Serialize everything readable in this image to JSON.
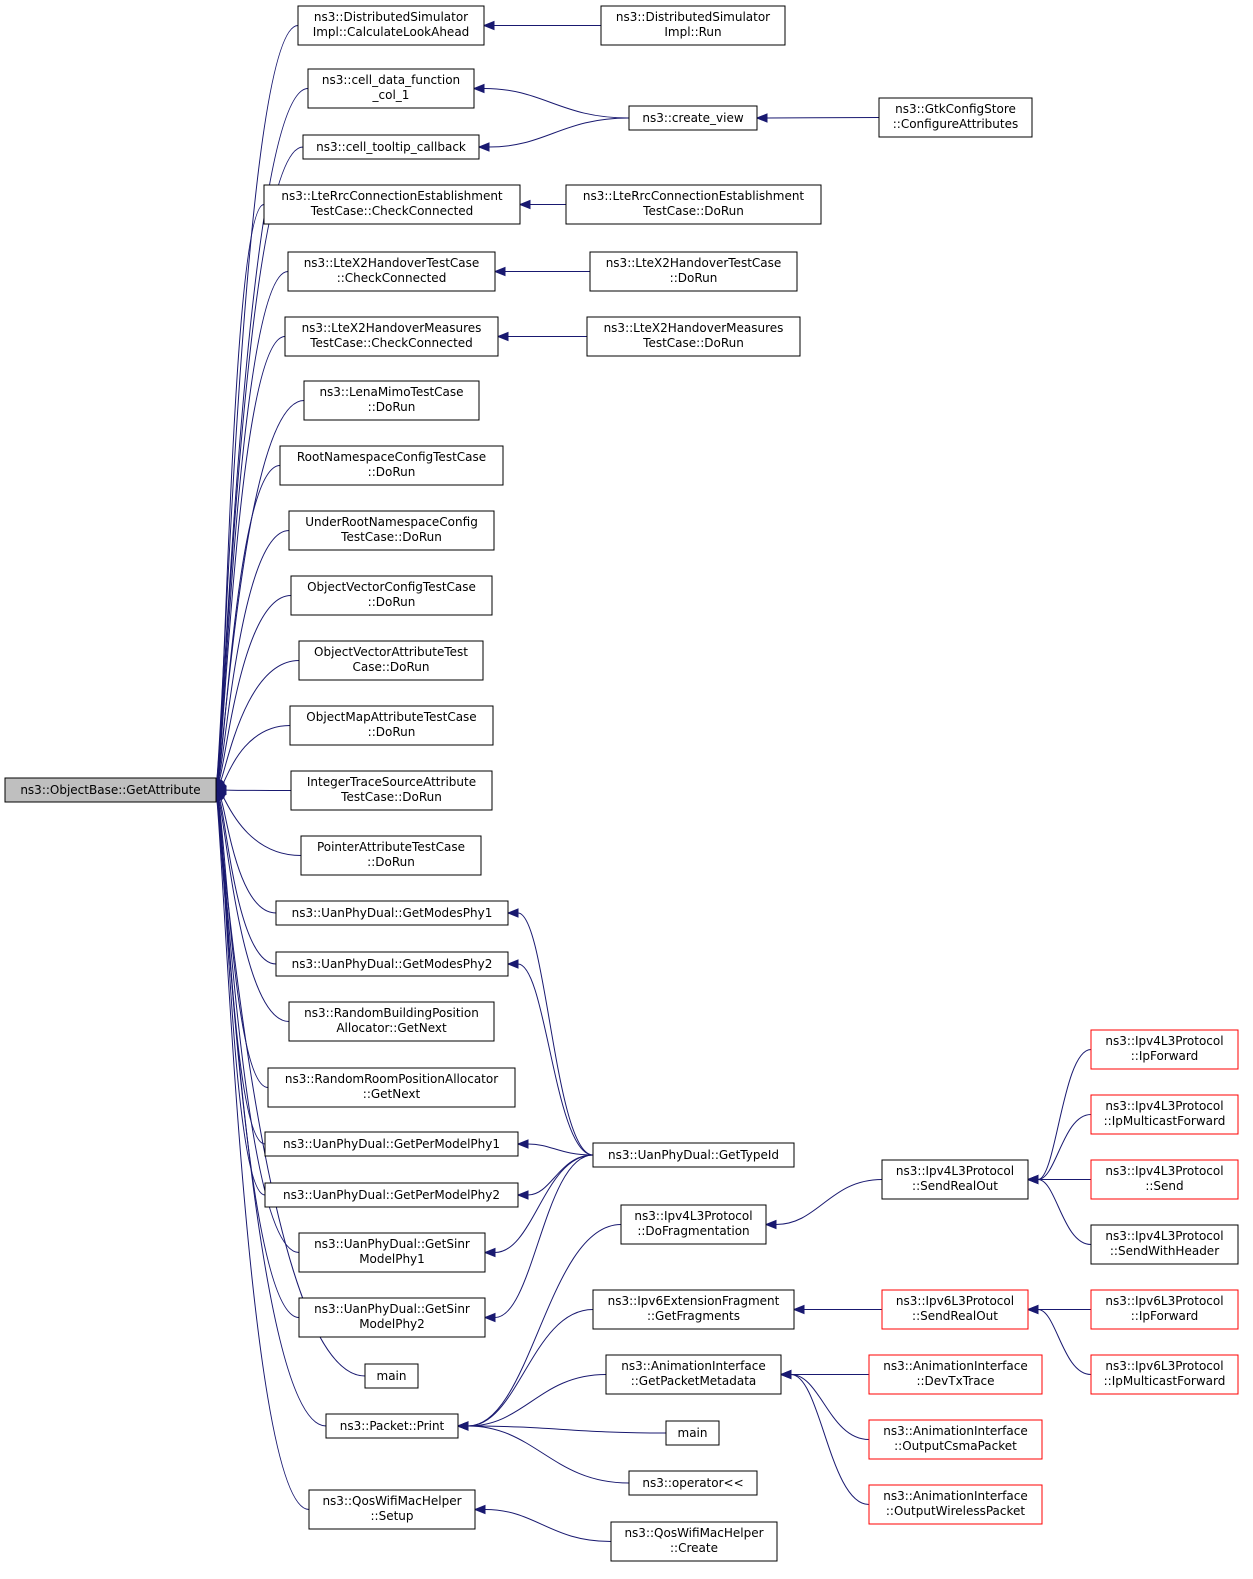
{
  "diagram": {
    "type": "doxygen-caller-graph",
    "colors": {
      "edge": "#191970",
      "root_fill": "#bfbfbf",
      "node_fill": "#ffffff",
      "node_border": "#000000",
      "truncated_border": "#ff0000"
    },
    "nodes": [
      {
        "id": "root",
        "lines": [
          "ns3::ObjectBase::GetAttribute"
        ]
      },
      {
        "id": "dsi_cla",
        "lines": [
          "ns3::DistributedSimulator",
          "Impl::CalculateLookAhead"
        ]
      },
      {
        "id": "dsi_run",
        "lines": [
          "ns3::DistributedSimulator",
          "Impl::Run"
        ]
      },
      {
        "id": "cell_data",
        "lines": [
          "ns3::cell_data_function",
          "_col_1"
        ]
      },
      {
        "id": "cell_tooltip",
        "lines": [
          "ns3::cell_tooltip_callback"
        ]
      },
      {
        "id": "create_view",
        "lines": [
          "ns3::create_view"
        ]
      },
      {
        "id": "gtk",
        "lines": [
          "ns3::GtkConfigStore",
          "::ConfigureAttributes"
        ]
      },
      {
        "id": "lterrc_cc",
        "lines": [
          "ns3::LteRrcConnectionEstablishment",
          "TestCase::CheckConnected"
        ]
      },
      {
        "id": "lterrc_dr",
        "lines": [
          "ns3::LteRrcConnectionEstablishment",
          "TestCase::DoRun"
        ]
      },
      {
        "id": "ltex2_cc",
        "lines": [
          "ns3::LteX2HandoverTestCase",
          "::CheckConnected"
        ]
      },
      {
        "id": "ltex2_dr",
        "lines": [
          "ns3::LteX2HandoverTestCase",
          "::DoRun"
        ]
      },
      {
        "id": "ltex2m_cc",
        "lines": [
          "ns3::LteX2HandoverMeasures",
          "TestCase::CheckConnected"
        ]
      },
      {
        "id": "ltex2m_dr",
        "lines": [
          "ns3::LteX2HandoverMeasures",
          "TestCase::DoRun"
        ]
      },
      {
        "id": "lenamimo",
        "lines": [
          "ns3::LenaMimoTestCase",
          "::DoRun"
        ]
      },
      {
        "id": "rootns",
        "lines": [
          "RootNamespaceConfigTestCase",
          "::DoRun"
        ]
      },
      {
        "id": "underroot",
        "lines": [
          "UnderRootNamespaceConfig",
          "TestCase::DoRun"
        ]
      },
      {
        "id": "objvec_cfg",
        "lines": [
          "ObjectVectorConfigTestCase",
          "::DoRun"
        ]
      },
      {
        "id": "objvec_attr",
        "lines": [
          "ObjectVectorAttributeTest",
          "Case::DoRun"
        ]
      },
      {
        "id": "objmap",
        "lines": [
          "ObjectMapAttributeTestCase",
          "::DoRun"
        ]
      },
      {
        "id": "inttrace",
        "lines": [
          "IntegerTraceSourceAttribute",
          "TestCase::DoRun"
        ]
      },
      {
        "id": "pointer",
        "lines": [
          "PointerAttributeTestCase",
          "::DoRun"
        ]
      },
      {
        "id": "uan_gm1",
        "lines": [
          "ns3::UanPhyDual::GetModesPhy1"
        ]
      },
      {
        "id": "uan_gm2",
        "lines": [
          "ns3::UanPhyDual::GetModesPhy2"
        ]
      },
      {
        "id": "rbpa",
        "lines": [
          "ns3::RandomBuildingPosition",
          "Allocator::GetNext"
        ]
      },
      {
        "id": "rrpa",
        "lines": [
          "ns3::RandomRoomPositionAllocator",
          "::GetNext"
        ]
      },
      {
        "id": "uan_gpm1",
        "lines": [
          "ns3::UanPhyDual::GetPerModelPhy1"
        ]
      },
      {
        "id": "uan_gpm2",
        "lines": [
          "ns3::UanPhyDual::GetPerModelPhy2"
        ]
      },
      {
        "id": "uan_gs1",
        "lines": [
          "ns3::UanPhyDual::GetSinr",
          "ModelPhy1"
        ]
      },
      {
        "id": "uan_gs2",
        "lines": [
          "ns3::UanPhyDual::GetSinr",
          "ModelPhy2"
        ]
      },
      {
        "id": "main1",
        "lines": [
          "main"
        ]
      },
      {
        "id": "pkt_print",
        "lines": [
          "ns3::Packet::Print"
        ]
      },
      {
        "id": "qos_setup",
        "lines": [
          "ns3::QosWifiMacHelper",
          "::Setup"
        ]
      },
      {
        "id": "uan_gettid",
        "lines": [
          "ns3::UanPhyDual::GetTypeId"
        ]
      },
      {
        "id": "ipv4_dofrag",
        "lines": [
          "ns3::Ipv4L3Protocol",
          "::DoFragmentation"
        ]
      },
      {
        "id": "ipv6_getfrag",
        "lines": [
          "ns3::Ipv6ExtensionFragment",
          "::GetFragments"
        ]
      },
      {
        "id": "anim_gpm",
        "lines": [
          "ns3::AnimationInterface",
          "::GetPacketMetadata"
        ]
      },
      {
        "id": "main2",
        "lines": [
          "main"
        ]
      },
      {
        "id": "opshift",
        "lines": [
          "ns3::operator<<"
        ]
      },
      {
        "id": "qos_create",
        "lines": [
          "ns3::QosWifiMacHelper",
          "::Create"
        ]
      },
      {
        "id": "ipv4_sro",
        "lines": [
          "ns3::Ipv4L3Protocol",
          "::SendRealOut"
        ]
      },
      {
        "id": "ipv6_sro",
        "lines": [
          "ns3::Ipv6L3Protocol",
          "::SendRealOut"
        ],
        "truncated": true
      },
      {
        "id": "anim_devtx",
        "lines": [
          "ns3::AnimationInterface",
          "::DevTxTrace"
        ],
        "truncated": true
      },
      {
        "id": "anim_csma",
        "lines": [
          "ns3::AnimationInterface",
          "::OutputCsmaPacket"
        ],
        "truncated": true
      },
      {
        "id": "anim_wireless",
        "lines": [
          "ns3::AnimationInterface",
          "::OutputWirelessPacket"
        ],
        "truncated": true
      },
      {
        "id": "ipv4_ipfwd",
        "lines": [
          "ns3::Ipv4L3Protocol",
          "::IpForward"
        ],
        "truncated": true
      },
      {
        "id": "ipv4_ipmfwd",
        "lines": [
          "ns3::Ipv4L3Protocol",
          "::IpMulticastForward"
        ],
        "truncated": true
      },
      {
        "id": "ipv4_send",
        "lines": [
          "ns3::Ipv4L3Protocol",
          "::Send"
        ],
        "truncated": true
      },
      {
        "id": "ipv4_swh",
        "lines": [
          "ns3::Ipv4L3Protocol",
          "::SendWithHeader"
        ]
      },
      {
        "id": "ipv6_ipfwd",
        "lines": [
          "ns3::Ipv6L3Protocol",
          "::IpForward"
        ],
        "truncated": true
      },
      {
        "id": "ipv6_ipmfwd",
        "lines": [
          "ns3::Ipv6L3Protocol",
          "::IpMulticastForward"
        ],
        "truncated": true
      }
    ],
    "edges": [
      {
        "from": "dsi_cla",
        "to": "root"
      },
      {
        "from": "cell_data",
        "to": "root"
      },
      {
        "from": "cell_tooltip",
        "to": "root"
      },
      {
        "from": "lterrc_cc",
        "to": "root"
      },
      {
        "from": "ltex2_cc",
        "to": "root"
      },
      {
        "from": "ltex2m_cc",
        "to": "root"
      },
      {
        "from": "lenamimo",
        "to": "root"
      },
      {
        "from": "rootns",
        "to": "root"
      },
      {
        "from": "underroot",
        "to": "root"
      },
      {
        "from": "objvec_cfg",
        "to": "root"
      },
      {
        "from": "objvec_attr",
        "to": "root"
      },
      {
        "from": "objmap",
        "to": "root"
      },
      {
        "from": "inttrace",
        "to": "root"
      },
      {
        "from": "pointer",
        "to": "root"
      },
      {
        "from": "uan_gm1",
        "to": "root"
      },
      {
        "from": "uan_gm2",
        "to": "root"
      },
      {
        "from": "rbpa",
        "to": "root"
      },
      {
        "from": "rrpa",
        "to": "root"
      },
      {
        "from": "uan_gpm1",
        "to": "root"
      },
      {
        "from": "uan_gpm2",
        "to": "root"
      },
      {
        "from": "uan_gs1",
        "to": "root"
      },
      {
        "from": "uan_gs2",
        "to": "root"
      },
      {
        "from": "main1",
        "to": "root"
      },
      {
        "from": "pkt_print",
        "to": "root"
      },
      {
        "from": "qos_setup",
        "to": "root"
      },
      {
        "from": "dsi_run",
        "to": "dsi_cla"
      },
      {
        "from": "create_view",
        "to": "cell_data"
      },
      {
        "from": "create_view",
        "to": "cell_tooltip"
      },
      {
        "from": "gtk",
        "to": "create_view"
      },
      {
        "from": "lterrc_dr",
        "to": "lterrc_cc"
      },
      {
        "from": "ltex2_dr",
        "to": "ltex2_cc"
      },
      {
        "from": "ltex2m_dr",
        "to": "ltex2m_cc"
      },
      {
        "from": "uan_gettid",
        "to": "uan_gm1"
      },
      {
        "from": "uan_gettid",
        "to": "uan_gm2"
      },
      {
        "from": "uan_gettid",
        "to": "uan_gpm1"
      },
      {
        "from": "uan_gettid",
        "to": "uan_gpm2"
      },
      {
        "from": "uan_gettid",
        "to": "uan_gs1"
      },
      {
        "from": "uan_gettid",
        "to": "uan_gs2"
      },
      {
        "from": "ipv4_dofrag",
        "to": "pkt_print"
      },
      {
        "from": "ipv6_getfrag",
        "to": "pkt_print"
      },
      {
        "from": "anim_gpm",
        "to": "pkt_print"
      },
      {
        "from": "main2",
        "to": "pkt_print"
      },
      {
        "from": "opshift",
        "to": "pkt_print"
      },
      {
        "from": "qos_create",
        "to": "qos_setup"
      },
      {
        "from": "ipv4_sro",
        "to": "ipv4_dofrag"
      },
      {
        "from": "ipv6_sro",
        "to": "ipv6_getfrag"
      },
      {
        "from": "anim_devtx",
        "to": "anim_gpm"
      },
      {
        "from": "anim_csma",
        "to": "anim_gpm"
      },
      {
        "from": "anim_wireless",
        "to": "anim_gpm"
      },
      {
        "from": "ipv4_ipfwd",
        "to": "ipv4_sro"
      },
      {
        "from": "ipv4_ipmfwd",
        "to": "ipv4_sro"
      },
      {
        "from": "ipv4_send",
        "to": "ipv4_sro"
      },
      {
        "from": "ipv4_swh",
        "to": "ipv4_sro"
      },
      {
        "from": "ipv6_ipfwd",
        "to": "ipv6_sro"
      },
      {
        "from": "ipv6_ipmfwd",
        "to": "ipv6_sro"
      }
    ]
  }
}
